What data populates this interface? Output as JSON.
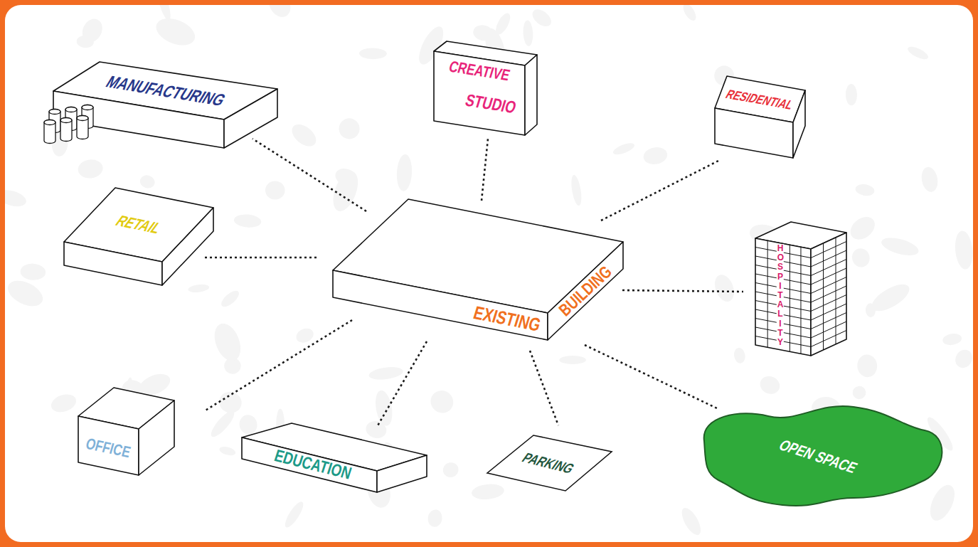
{
  "diagram": {
    "nodes": [
      {
        "text": [
          "MANUFACTURING"
        ]
      },
      {
        "text": [
          "CREATIVE",
          "STUDIO"
        ]
      },
      {
        "text": [
          "RESIDENTIAL"
        ]
      },
      {
        "text": [
          "RETAIL"
        ]
      },
      {
        "text": [
          "EXISTING",
          "BUILDING"
        ]
      },
      {
        "text": [
          "HOSPITALITY"
        ]
      },
      {
        "text": [
          "OFFICE"
        ]
      },
      {
        "text": [
          "EDUCATION"
        ]
      },
      {
        "text": [
          "PARKING"
        ]
      },
      {
        "text": [
          "OPEN SPACE"
        ]
      }
    ],
    "edges": [
      {
        "from": 4,
        "to": 0,
        "arrow": "none"
      },
      {
        "from": 4,
        "to": 1,
        "arrow": "none"
      },
      {
        "from": 4,
        "to": 2,
        "arrow": "none"
      },
      {
        "from": 4,
        "to": 3,
        "arrow": "none"
      },
      {
        "from": 4,
        "to": 5,
        "arrow": "none"
      },
      {
        "from": 4,
        "to": 6,
        "arrow": "none"
      },
      {
        "from": 4,
        "to": 7,
        "arrow": "none"
      },
      {
        "from": 4,
        "to": 8,
        "arrow": "none"
      },
      {
        "from": 4,
        "to": 9,
        "arrow": "none"
      }
    ]
  }
}
